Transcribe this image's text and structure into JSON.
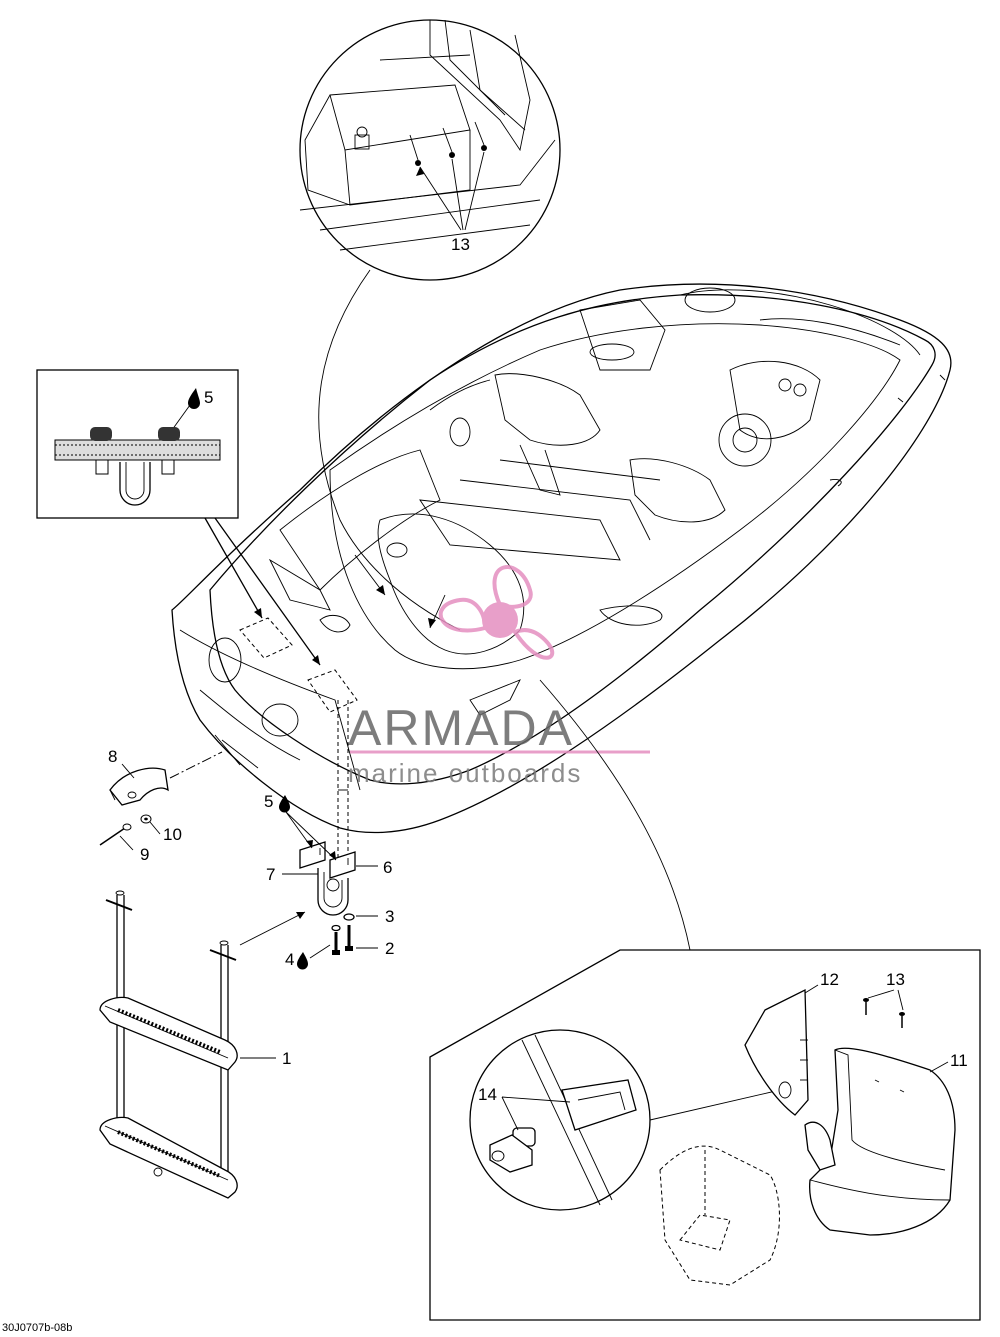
{
  "drawing_ref": "30J0707b-08b",
  "watermark": {
    "brand": "ARMADA",
    "tagline": "marine outboards",
    "accent_color": "#e58fc0",
    "text_color": "#676767"
  },
  "callouts": {
    "c1": "1",
    "c2": "2",
    "c3": "3",
    "c4": "4",
    "c5_top": "5",
    "c5_mid": "5",
    "c6": "6",
    "c7": "7",
    "c8": "8",
    "c9": "9",
    "c10": "10",
    "c11": "11",
    "c12": "12",
    "c13_top": "13",
    "c13_right": "13",
    "c14": "14"
  },
  "icons": {
    "drop": "oil-drop-icon"
  }
}
